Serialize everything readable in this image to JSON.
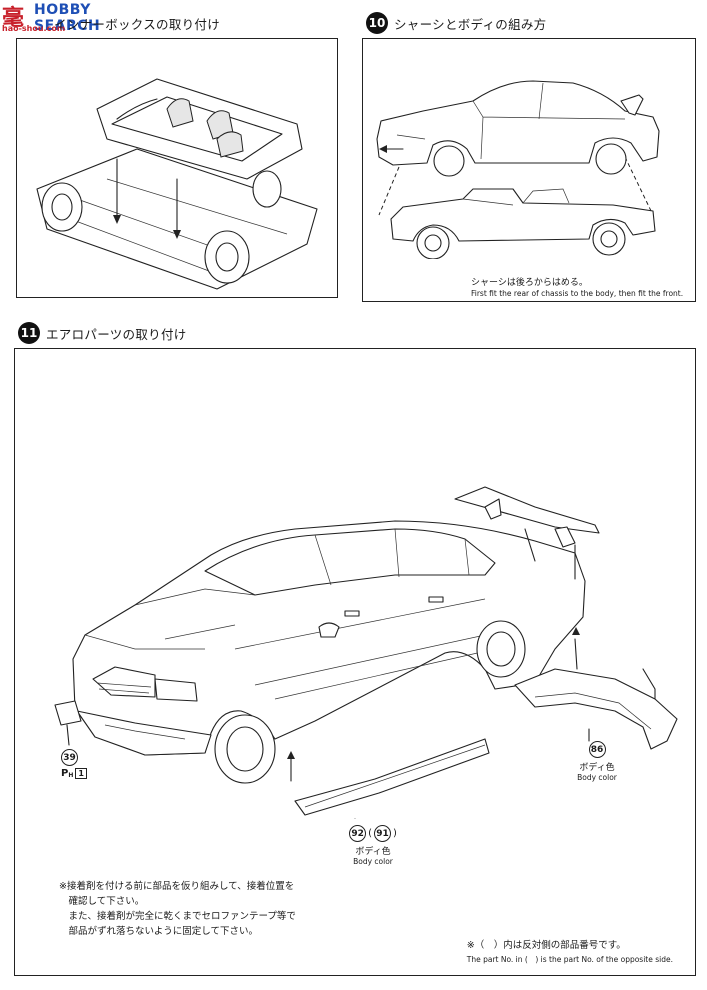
{
  "watermark": {
    "logo_text": "毫",
    "site_text": "HOBBY SEARCH",
    "url_text": "hao-shou.com"
  },
  "step9": {
    "title": "インナーボックスの取り付け"
  },
  "step10": {
    "number": "10",
    "title": "シャーシとボディの組み方",
    "caption_jp": "シャーシは後ろからはめる。",
    "caption_en": "First fit the rear of chassis to the body, then fit the front."
  },
  "step11": {
    "number": "11",
    "title": "エアロパーツの取り付け",
    "parts": {
      "p39": {
        "number": "39",
        "sub_label": "P",
        "sub_index": "H",
        "sub_box": "1"
      },
      "p86": {
        "number": "86",
        "label_jp": "ボディ色",
        "label_en": "Body color"
      },
      "p92": {
        "number": "92",
        "opposite_number": "91",
        "label_jp": "ボディ色",
        "label_en": "Body color"
      }
    },
    "notes_jp": [
      "※接着剤を付ける前に部品を仮り組みして、接着位置を",
      "　確認して下さい。",
      "　また、接着剤が完全に乾くまでセロファンテープ等で",
      "　部品がずれ落ちないように固定して下さい。"
    ],
    "footnote_jp": "※（　）内は反対側の部品番号です。",
    "footnote_en": "The part No. in (　) is the part No. of the opposite side."
  },
  "colors": {
    "ink": "#1a1a1a",
    "watermark_blue": "#1e4fb5",
    "watermark_red": "#c8202a"
  }
}
